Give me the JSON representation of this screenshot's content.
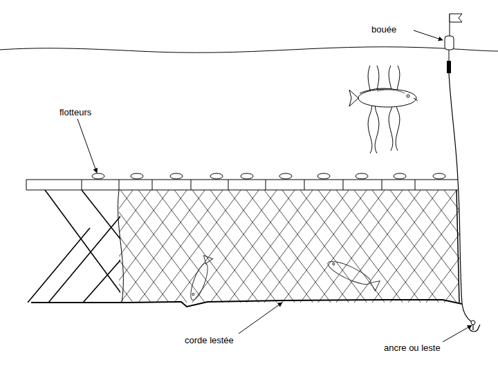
{
  "diagram": {
    "labels": [
      "bouée",
      "flotteurs",
      "corde lestée",
      "ancre ou leste"
    ]
  }
}
